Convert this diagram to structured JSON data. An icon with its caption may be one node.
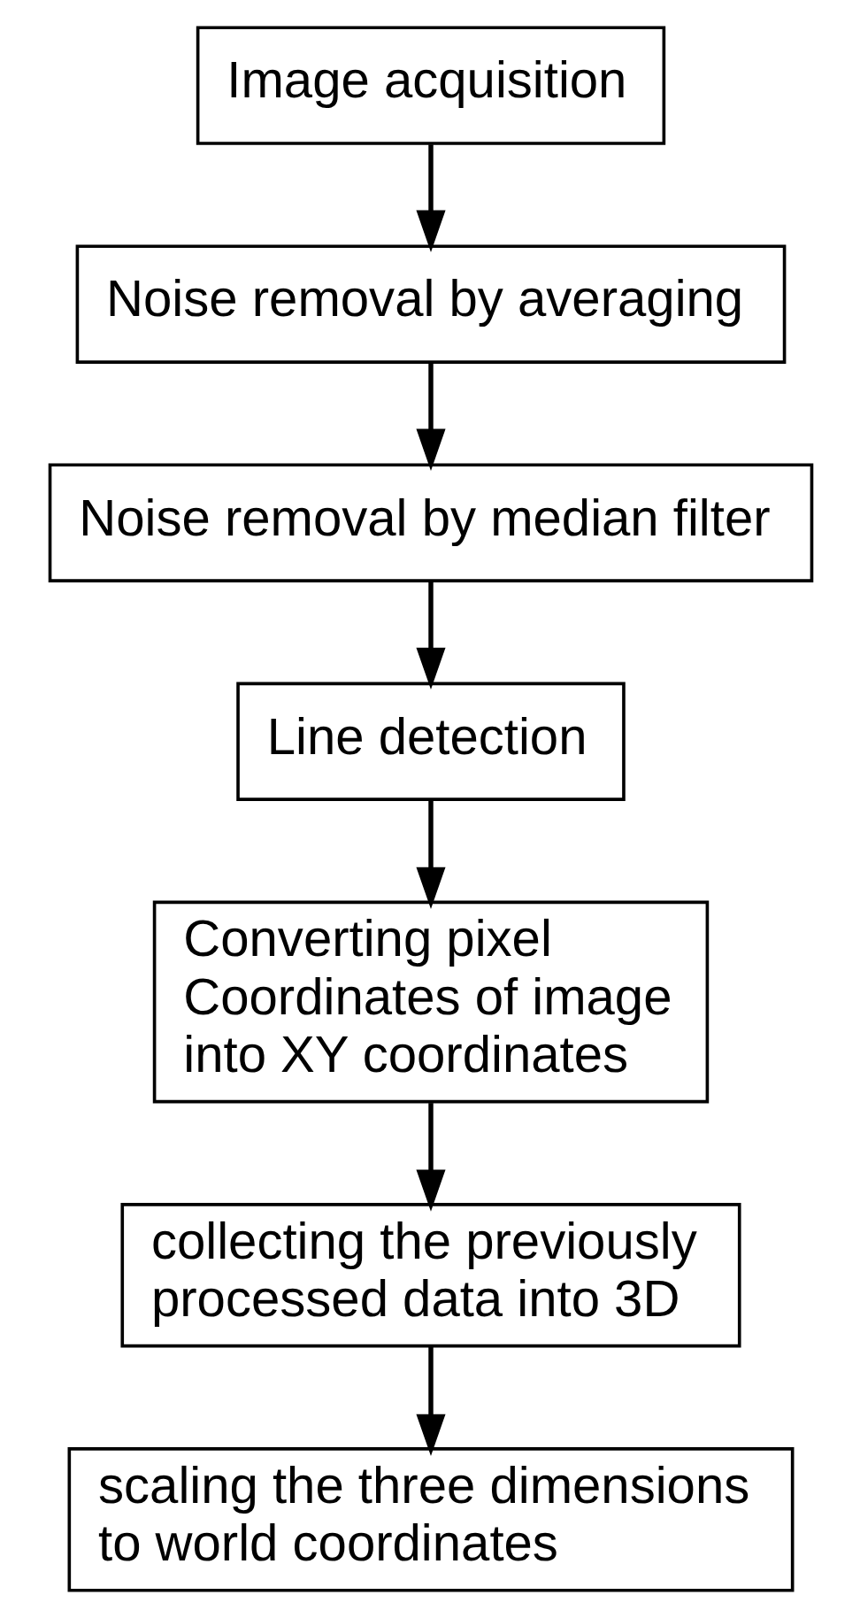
{
  "diagram": {
    "nodes": [
      {
        "text": [
          "Image acquisition"
        ]
      },
      {
        "text": [
          "Noise removal by averaging"
        ]
      },
      {
        "text": [
          "Noise removal by median filter"
        ]
      },
      {
        "text": [
          "Line detection"
        ]
      },
      {
        "text": [
          "Converting pixel Coordinates of image into XY coordinates"
        ]
      },
      {
        "text": [
          "collecting the previously processed data into 3D"
        ]
      },
      {
        "text": [
          "scaling the three dimensions to world coordinates"
        ]
      }
    ],
    "edges": [
      {
        "from": 0,
        "to": 1,
        "arrow": "to"
      },
      {
        "from": 1,
        "to": 2,
        "arrow": "to"
      },
      {
        "from": 2,
        "to": 3,
        "arrow": "to"
      },
      {
        "from": 3,
        "to": 4,
        "arrow": "to"
      },
      {
        "from": 4,
        "to": 5,
        "arrow": "to"
      },
      {
        "from": 5,
        "to": 6,
        "arrow": "to"
      }
    ]
  }
}
